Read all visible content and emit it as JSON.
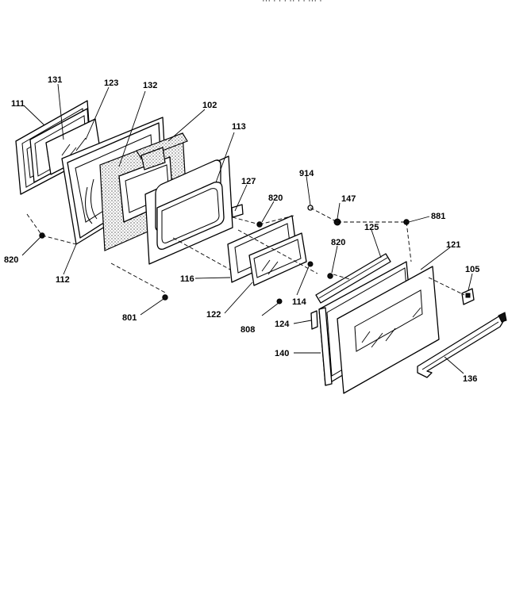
{
  "header": {
    "fragment": "··· · ·  · ·· · · ··· ·"
  },
  "callouts": {
    "c131": "131",
    "c123": "123",
    "c132": "132",
    "c111": "111",
    "c102": "102",
    "c113": "113",
    "c127": "127",
    "c914": "914",
    "c820a": "820",
    "c147": "147",
    "c881": "881",
    "c820b": "820",
    "c125": "125",
    "c121": "121",
    "c105": "105",
    "c820c": "820",
    "c112": "112",
    "c116": "116",
    "c801": "801",
    "c122": "122",
    "c114": "114",
    "c808": "808",
    "c124": "124",
    "c140": "140",
    "c136": "136"
  },
  "colors": {
    "ink": "#000000",
    "paper": "#ffffff"
  }
}
